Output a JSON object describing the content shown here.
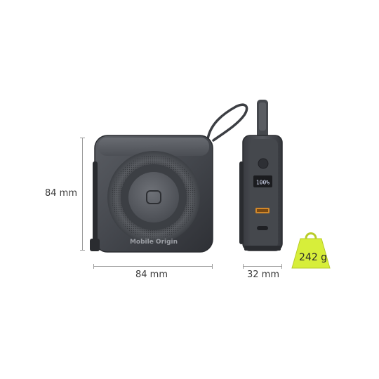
{
  "dimensions": {
    "height_label": "84 mm",
    "width_label": "84 mm",
    "depth_label": "32 mm"
  },
  "product": {
    "brand": "Mobile Origin",
    "display_reading": "100%"
  },
  "weight": {
    "label": "242 g",
    "tag_color": "#d7ee3a"
  }
}
